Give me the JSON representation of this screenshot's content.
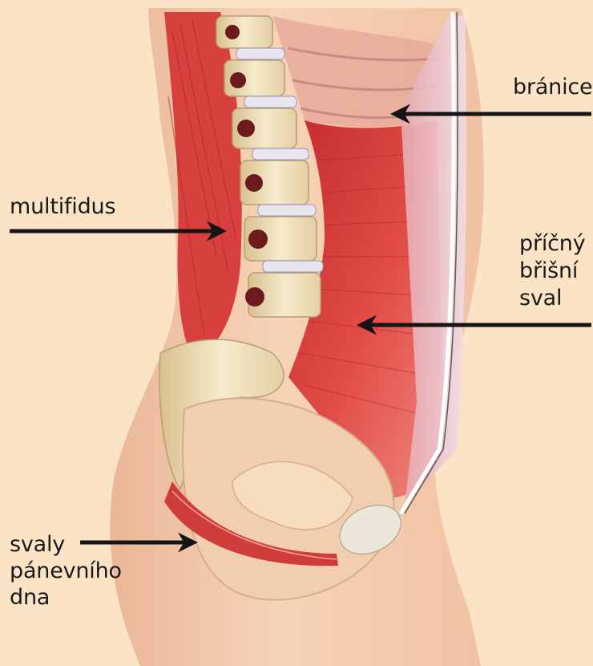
{
  "labels": {
    "branice": "bránice",
    "multifidus": "multifidus",
    "pricny_bricni_sval": [
      "příčný",
      "břišní",
      "sval"
    ],
    "svaly_panevniho_dna": [
      "svaly",
      "pánevního",
      "dna"
    ]
  },
  "colors": {
    "background": "#fbe3c6",
    "skin": "#f6d0b4",
    "muscle": "#d63a3a",
    "bone": "#efe1bb",
    "arrow": "#151515"
  }
}
